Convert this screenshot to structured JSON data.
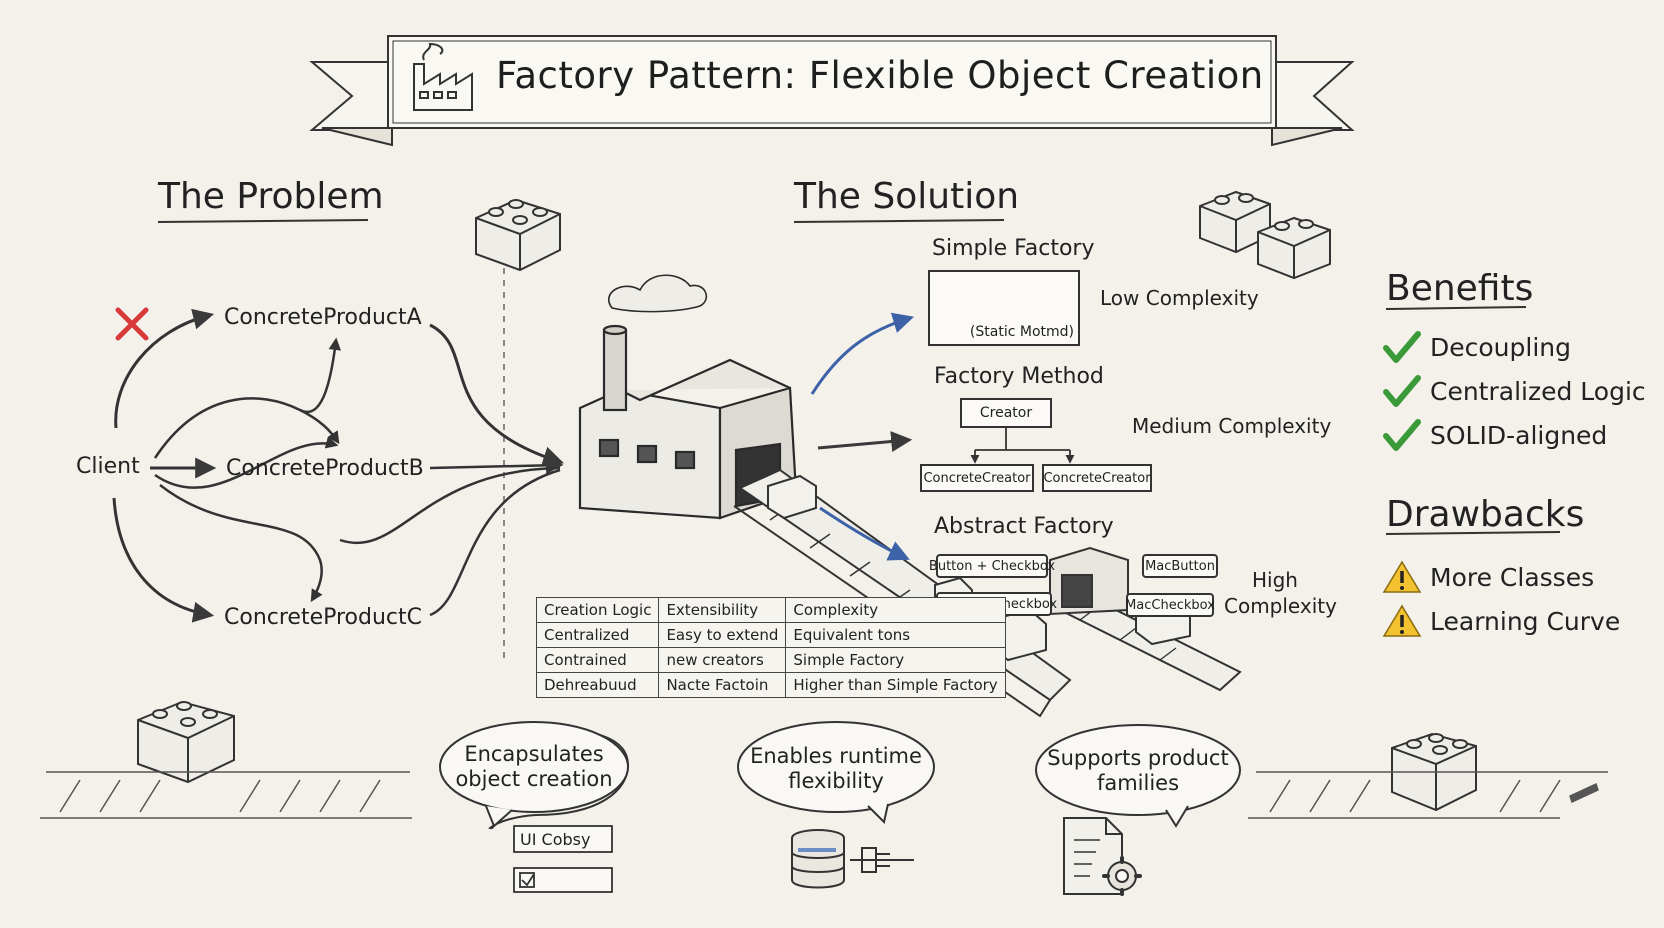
{
  "title": "Factory Pattern: Flexible Object Creation",
  "problem": {
    "heading": "The Problem",
    "client": "Client",
    "products": [
      "ConcreteProductA",
      "ConcreteProductB",
      "ConcreteProductC"
    ]
  },
  "solution": {
    "heading": "The Solution",
    "simple_factory": {
      "title": "Simple Factory",
      "box_label": "(Static Motmd)",
      "complexity": "Low Complexity"
    },
    "factory_method": {
      "title": "Factory Method",
      "creator": "Creator",
      "creators": [
        "ConcreteCreator",
        "ConcreteCreator"
      ],
      "complexity": "Medium Complexity"
    },
    "abstract_factory": {
      "title": "Abstract Factory",
      "boxes": [
        "Button + Checkbox",
        "Button + Checkbox",
        "MacButton",
        "MacCheckbox"
      ],
      "complexity_line1": "High",
      "complexity_line2": "Complexity"
    }
  },
  "table": {
    "headers": [
      "Creation Logic",
      "Extensibility",
      "Complexity"
    ],
    "rows": [
      [
        "Centralized",
        "Easy to extend",
        "Equivalent tons"
      ],
      [
        "Contrained",
        "new creators",
        "Simple Factory"
      ],
      [
        "Dehreabuud",
        "Nacte Factoin",
        "Higher than Simple Factory"
      ]
    ]
  },
  "benefits": {
    "heading": "Benefits",
    "items": [
      "Decoupling",
      "Centralized Logic",
      "SOLID-aligned"
    ],
    "icon": "check-icon",
    "color": "#3a9a3a"
  },
  "drawbacks": {
    "heading": "Drawbacks",
    "items": [
      "More Classes",
      "Learning Curve"
    ],
    "icon": "warning-icon",
    "color": "#f2c230"
  },
  "bubbles": [
    {
      "line1": "Encapsulates",
      "line2": "object creation"
    },
    {
      "line1": "Enables runtime",
      "line2": "flexibility"
    },
    {
      "line1": "Supports product",
      "line2": "families"
    }
  ],
  "ui_widget": {
    "label": "UI Cobsy"
  },
  "colors": {
    "accent_blue": "#4a72b8",
    "red_x": "#d83a3a",
    "ink": "#2a2a2a"
  }
}
